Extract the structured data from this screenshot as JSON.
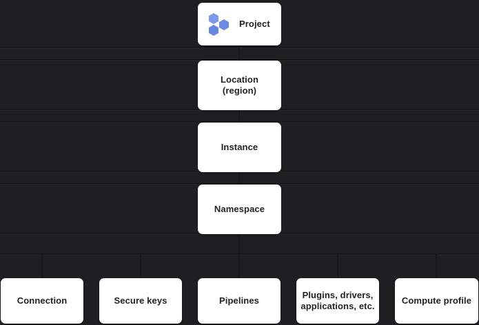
{
  "diagram": {
    "type": "hierarchy",
    "title": "",
    "background_color": "#1d1f23",
    "node_fill_color": "#ffffff",
    "node_text_color": "#1f2023",
    "accent_color": "#5b7fe0",
    "icon_colors": {
      "hex_light": "#8ba4ef",
      "hex_mid": "#6c8ae4",
      "hex_dark": "#5577d8"
    },
    "spine": [
      {
        "id": "project",
        "label": "Project",
        "icon": "hexagon-cluster-icon",
        "has_icon": true
      },
      {
        "id": "location",
        "label": "Location\n(region)",
        "has_icon": false
      },
      {
        "id": "instance",
        "label": "Instance",
        "has_icon": false
      },
      {
        "id": "namespace",
        "label": "Namespace",
        "has_icon": false
      }
    ],
    "children": [
      {
        "id": "connection",
        "label": "Connection"
      },
      {
        "id": "secure-keys",
        "label": "Secure keys"
      },
      {
        "id": "pipelines",
        "label": "Pipelines"
      },
      {
        "id": "plugins",
        "label": "Plugins, drivers,\napplications, etc."
      },
      {
        "id": "compute-profile",
        "label": "Compute profile"
      }
    ]
  }
}
